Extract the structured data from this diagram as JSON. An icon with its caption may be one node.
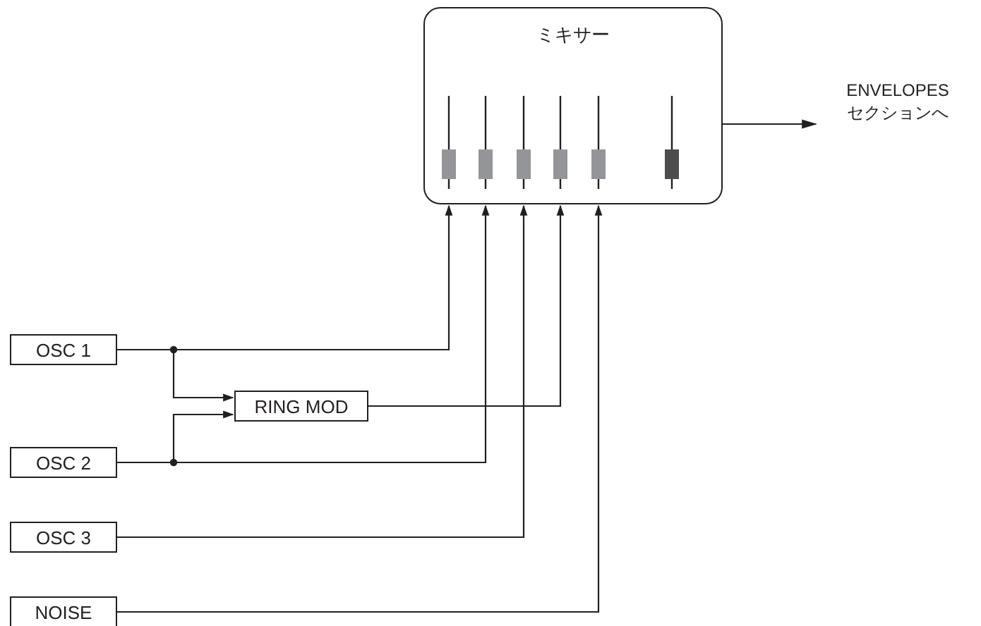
{
  "diagram": {
    "nodes": [
      {
        "text": [
          "ミキサー"
        ]
      },
      {
        "text": [
          "ENVELOPES セクションへ"
        ]
      },
      {
        "text": [
          "OSC 1"
        ]
      },
      {
        "text": [
          "RING MOD"
        ]
      },
      {
        "text": [
          "OSC 2"
        ]
      },
      {
        "text": [
          "OSC 3"
        ]
      },
      {
        "text": [
          "NOISE"
        ]
      }
    ],
    "edges": [
      {
        "from": 0,
        "to": 1,
        "arrow": "to"
      },
      {
        "from": 2,
        "to": 0,
        "arrow": "to"
      },
      {
        "from": 2,
        "to": 3,
        "arrow": "to"
      },
      {
        "from": 4,
        "to": 0,
        "arrow": "to"
      },
      {
        "from": 4,
        "to": 3,
        "arrow": "to"
      },
      {
        "from": 3,
        "to": 0,
        "arrow": "to"
      },
      {
        "from": 5,
        "to": 0,
        "arrow": "to"
      },
      {
        "from": 6,
        "to": 0,
        "arrow": "to"
      }
    ]
  }
}
